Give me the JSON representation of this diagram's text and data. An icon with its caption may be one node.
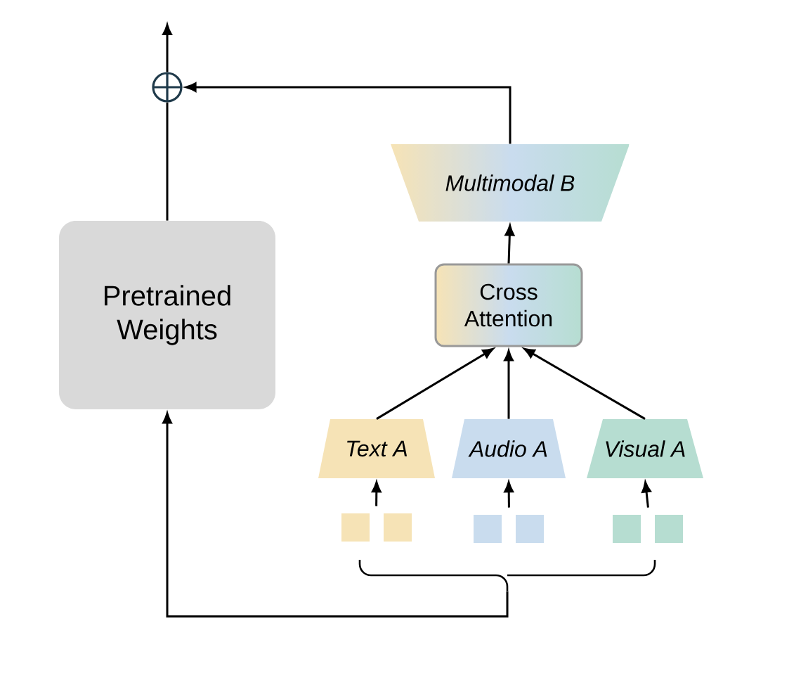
{
  "diagram": {
    "nodes": [
      {
        "text": [
          "Pretrained Weights"
        ]
      },
      {
        "text": [],
        "shape": "circle"
      },
      {
        "text": [
          "Multimodal B"
        ]
      },
      {
        "text": [
          "Cross Attention"
        ]
      },
      {
        "text": [
          "Text A"
        ]
      },
      {
        "text": [
          "Audio A"
        ]
      },
      {
        "text": [
          "Visual A"
        ]
      },
      {
        "text": [],
        "shape": "box"
      },
      {
        "text": [],
        "shape": "box"
      },
      {
        "text": [],
        "shape": "box"
      },
      {
        "text": [],
        "shape": "box"
      },
      {
        "text": [],
        "shape": "box"
      },
      {
        "text": [],
        "shape": "box"
      },
      {
        "text": [],
        "shape": "brace"
      }
    ],
    "edges": [
      {
        "from": 1,
        "to": null,
        "arrow": "to"
      },
      {
        "from": 0,
        "to": 1,
        "arrow": "none"
      },
      {
        "from": 2,
        "to": 1,
        "arrow": "to"
      },
      {
        "from": 3,
        "to": 2,
        "arrow": "to"
      },
      {
        "from": 4,
        "to": 3,
        "arrow": "to"
      },
      {
        "from": 5,
        "to": 3,
        "arrow": "to"
      },
      {
        "from": 6,
        "to": 3,
        "arrow": "to"
      },
      {
        "from": 8,
        "to": 4,
        "arrow": "to"
      },
      {
        "from": 9,
        "to": 5,
        "arrow": "to"
      },
      {
        "from": 11,
        "to": 6,
        "arrow": "to"
      },
      {
        "from": 13,
        "to": 0,
        "arrow": "to"
      }
    ]
  }
}
